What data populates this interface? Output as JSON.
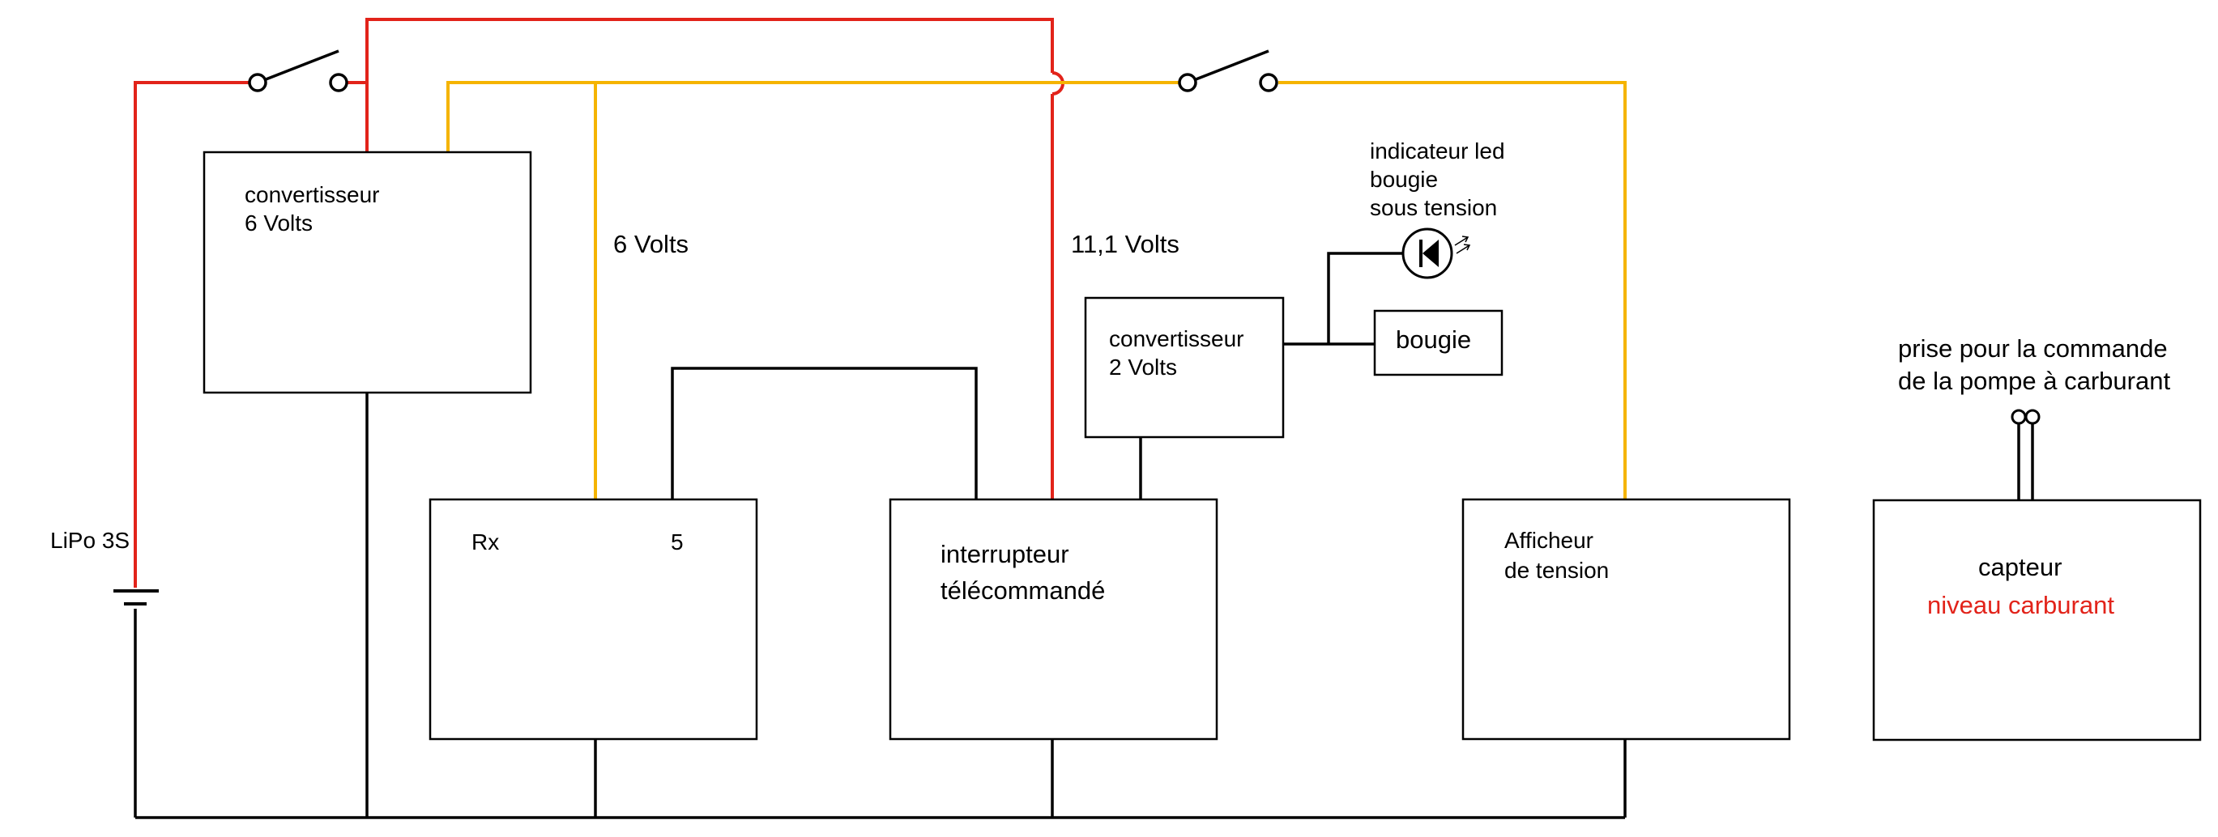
{
  "colors": {
    "positive_wire": "#e2231a",
    "six_volt_wire": "#f5b400",
    "ground_wire": "#000000",
    "highlight_text": "#e2231a"
  },
  "battery": {
    "label": "LiPo 3S"
  },
  "converter_6v": {
    "line1": "convertisseur",
    "line2": "6 Volts"
  },
  "wire_labels": {
    "six_volts": "6 Volts",
    "eleven_volts": "11,1 Volts"
  },
  "receiver": {
    "label": "Rx",
    "channel": "5"
  },
  "remote_switch": {
    "line1": "interrupteur",
    "line2": "télécommandé"
  },
  "converter_2v": {
    "line1": "convertisseur",
    "line2": "2 Volts"
  },
  "glow_plug": {
    "label": "bougie"
  },
  "led_indicator": {
    "line1": "indicateur  led",
    "line2": "bougie",
    "line3": "sous tension",
    "icon": "led-diode-icon"
  },
  "voltage_display": {
    "line1": "Afficheur",
    "line2": "de tension"
  },
  "pump_socket": {
    "line1": "prise pour la commande",
    "line2": "de la pompe à carburant"
  },
  "fuel_sensor": {
    "line1": "capteur",
    "line2": "niveau carburant"
  },
  "switches": [
    {
      "name": "main-power-switch",
      "icon": "switch-icon"
    },
    {
      "name": "display-switch",
      "icon": "switch-icon"
    }
  ]
}
